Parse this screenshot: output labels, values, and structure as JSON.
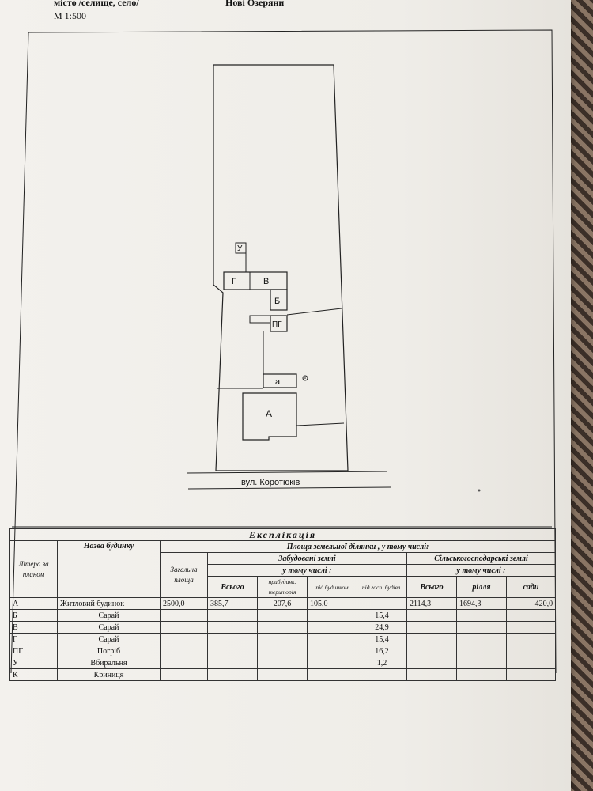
{
  "header": {
    "locality_label": "місто /селище, село/",
    "scale": "М 1:500",
    "village_name": "Нові Озеряни"
  },
  "plan": {
    "street_label": "вул. Коротюків",
    "buildings": {
      "A": "А",
      "a": "а",
      "B": "Б",
      "V": "В",
      "G": "Г",
      "PG": "ПГ",
      "U": "У"
    }
  },
  "explication": {
    "title": "Експлікація",
    "col_litera": "Літера за планом",
    "col_name": "Назва будинку",
    "col_area_header": "Площа земельної ділянки , у тому числі:",
    "col_total": "Загальна площа",
    "col_built_header": "Забудовані землі",
    "col_built_sub": "у тому числі :",
    "col_built_all": "Всього",
    "col_yard": "прибудинк. територія",
    "col_under_house": "під будинком",
    "col_under_outbuild": "під госп. будівл.",
    "col_agri_header": "Сільськогосподарські землі",
    "col_agri_sub": "у тому числі :",
    "col_agri_all": "Всього",
    "col_arable": "рілля",
    "col_gardens": "сади",
    "rows": [
      {
        "lit": "А",
        "name": "Житловий будинок",
        "total": "2500,0",
        "built": "385,7",
        "yard": "207,6",
        "house": "105,0",
        "outb": "",
        "agri": "2114,3",
        "arable": "1694,3",
        "gardens": "420,0"
      },
      {
        "lit": "Б",
        "name": "Сарай",
        "total": "",
        "built": "",
        "yard": "",
        "house": "",
        "outb": "15,4",
        "agri": "",
        "arable": "",
        "gardens": ""
      },
      {
        "lit": "В",
        "name": "Сарай",
        "total": "",
        "built": "",
        "yard": "",
        "house": "",
        "outb": "24,9",
        "agri": "",
        "arable": "",
        "gardens": ""
      },
      {
        "lit": "Г",
        "name": "Сарай",
        "total": "",
        "built": "",
        "yard": "",
        "house": "",
        "outb": "15,4",
        "agri": "",
        "arable": "",
        "gardens": ""
      },
      {
        "lit": "ПГ",
        "name": "Погріб",
        "total": "",
        "built": "",
        "yard": "",
        "house": "",
        "outb": "16,2",
        "agri": "",
        "arable": "",
        "gardens": ""
      },
      {
        "lit": "У",
        "name": "Вбиральня",
        "total": "",
        "built": "",
        "yard": "",
        "house": "",
        "outb": "1,2",
        "agri": "",
        "arable": "",
        "gardens": ""
      },
      {
        "lit": "К",
        "name": "Криниця",
        "total": "",
        "built": "",
        "yard": "",
        "house": "",
        "outb": "",
        "agri": "",
        "arable": "",
        "gardens": ""
      }
    ]
  }
}
